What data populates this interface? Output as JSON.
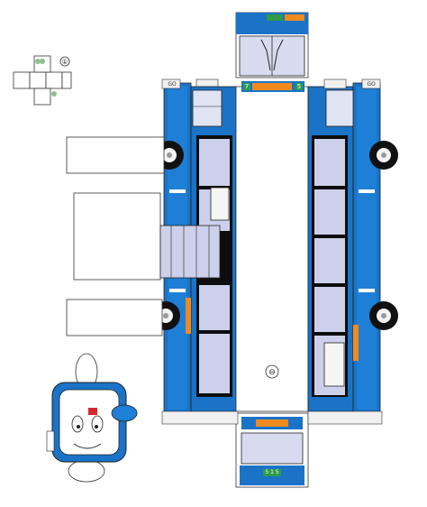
{
  "sheet": {
    "colors": {
      "body_blue": "#1a73c7",
      "dark_blue": "#0d4f9a",
      "window_fill": "#c9cbe8",
      "window_frame": "#111111",
      "tab_grey": "#f0f0f0",
      "destination_sign": "#f08a1f"
    },
    "small_box_marker": "①",
    "center_marker": "⊖",
    "route_number_front": "7",
    "route_number_front_right": "5",
    "route_number_rear": "5 1 5",
    "logo_text": "GO"
  }
}
